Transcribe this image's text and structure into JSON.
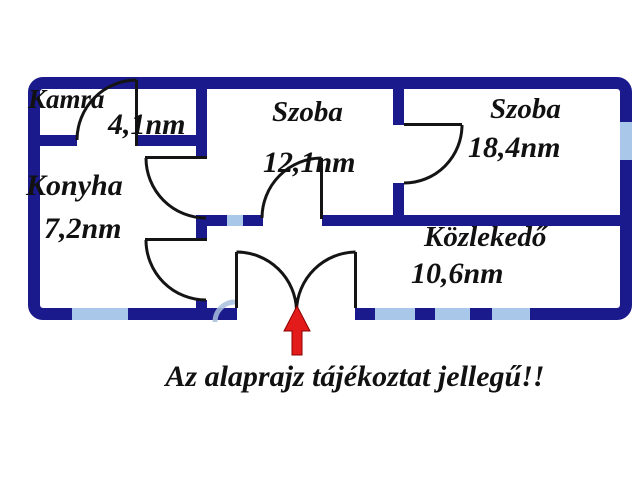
{
  "caption": "Az alaprajz tájékoztat jellegű!!",
  "rooms": [
    {
      "name": "Kamra",
      "area": "4,1nm"
    },
    {
      "name": "Szoba",
      "area": "12,1nm"
    },
    {
      "name": "Szoba",
      "area": "18,4nm"
    },
    {
      "name": "Konyha",
      "area": "7,2nm"
    },
    {
      "name": "Közlekedő",
      "area": "10,6nm"
    }
  ],
  "icons": {
    "entrance_arrow": "red-up-arrow-at-entrance-door"
  },
  "colors": {
    "wall": "#1a1a8c",
    "window": "#a9c7e8",
    "door_line": "#141414",
    "arrow_fill": "#e31b1b",
    "arrow_edge": "#8b0000",
    "text": "#111111",
    "background": "#ffffff"
  }
}
